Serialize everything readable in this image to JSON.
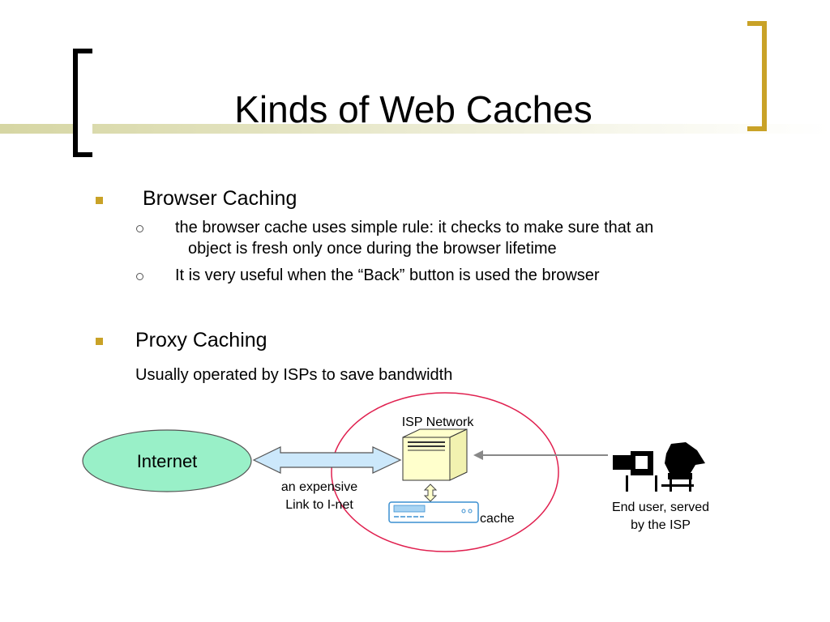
{
  "slide": {
    "title": "Kinds of Web Caches"
  },
  "bullets": [
    {
      "label": "Browser Caching",
      "sub": [
        {
          "line1": "the browser cache uses simple rule: it checks to make sure that an",
          "line2": "object is fresh only once during the browser lifetime"
        },
        {
          "line1": "It is very useful when the “Back” button is used the browser"
        }
      ]
    },
    {
      "label": "Proxy Caching",
      "note": "Usually operated by ISPs to save bandwidth"
    }
  ],
  "diagram": {
    "internet_label": "Internet",
    "isp_network_label": "ISP Network",
    "link_label_line1": "an expensive",
    "link_label_line2": "Link to I-net",
    "cache_label": "cache",
    "end_user_line1": "End user, served",
    "end_user_line2": "by the ISP",
    "colors": {
      "internet_fill": "#99f0c8",
      "arrow_fill": "#cce8fb",
      "server_fill": "#ffffcc",
      "isp_ellipse": "#e0204f",
      "accent_gold": "#c9a227"
    }
  }
}
